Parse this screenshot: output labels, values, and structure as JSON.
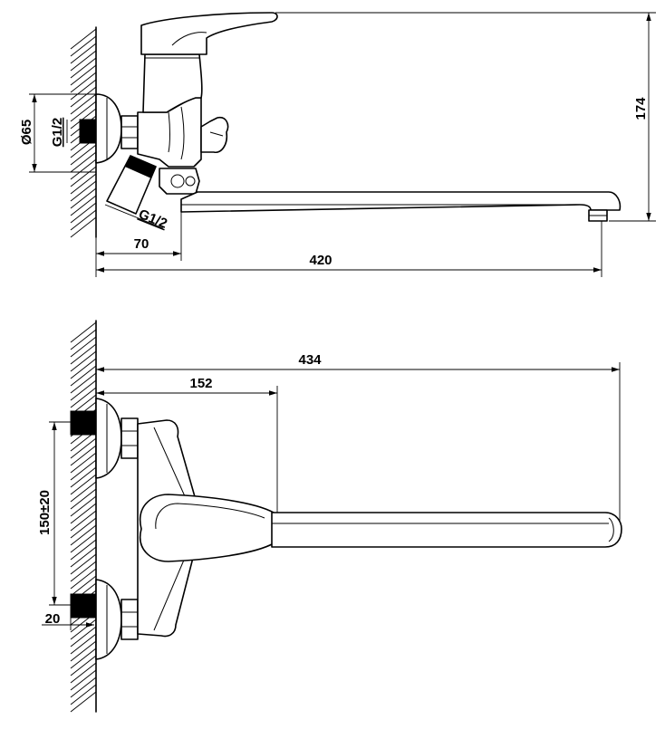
{
  "top_view": {
    "height": "174",
    "wall_plate_diameter": "Ø65",
    "connection_thread": "G1/2",
    "inlet_thread": "G1/2",
    "wall_offset": "70",
    "spout_reach": "420"
  },
  "bottom_view": {
    "overall_length": "434",
    "handle_reach": "152",
    "inlet_spacing": "150±20",
    "inlet_depth": "20"
  }
}
